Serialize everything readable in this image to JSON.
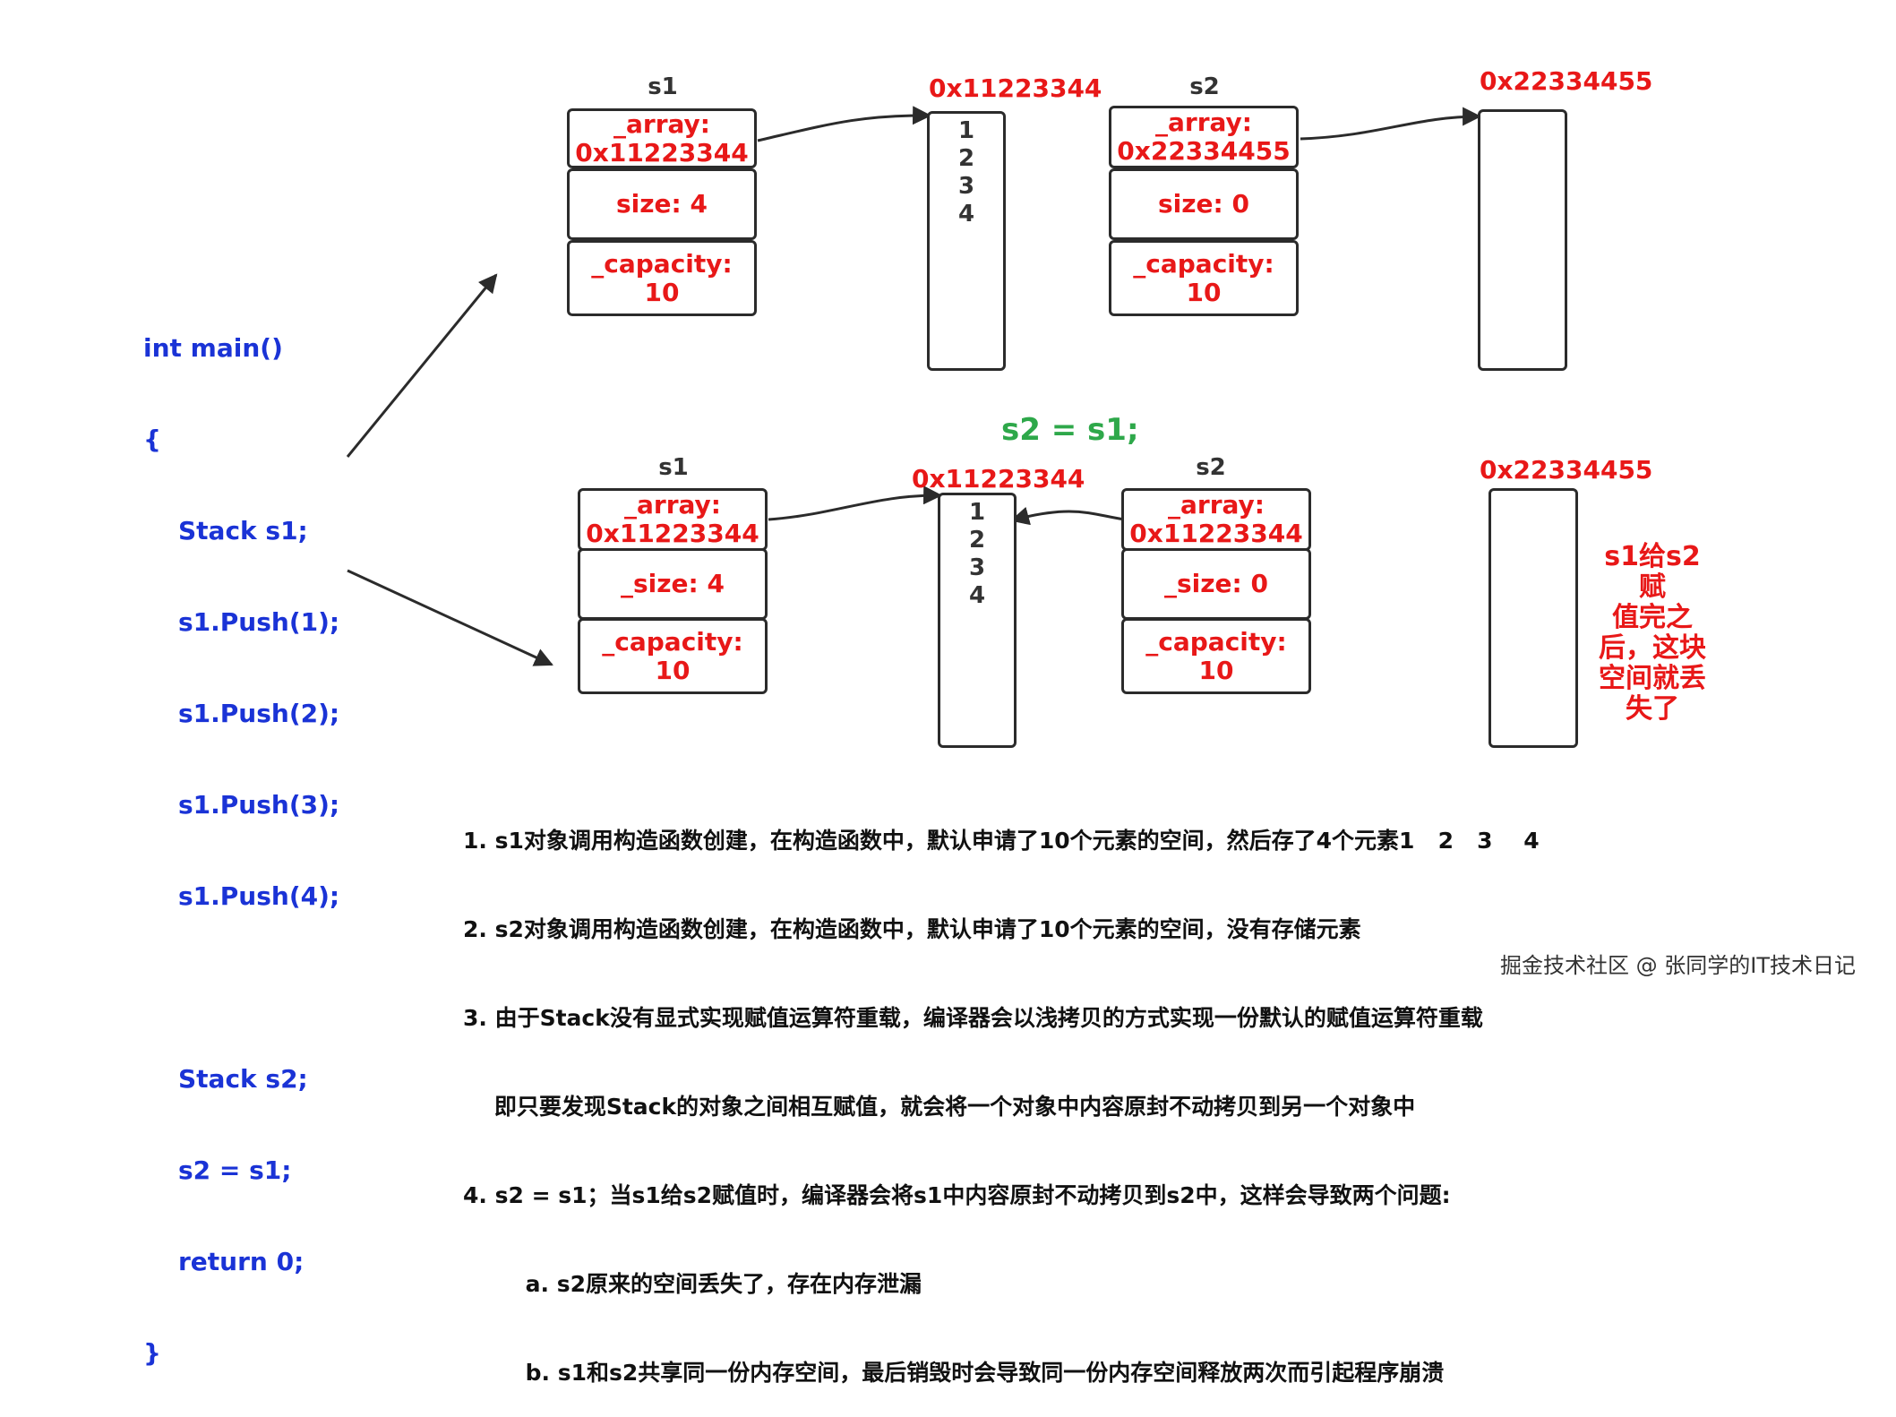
{
  "code": {
    "lines": [
      "int main()",
      "{",
      "    Stack s1;",
      "    s1.Push(1);",
      "    s1.Push(2);",
      "    s1.Push(3);",
      "    s1.Push(4);",
      "",
      "    Stack s2;",
      "    s2 = s1;",
      "    return 0;",
      "}"
    ]
  },
  "top": {
    "s1": {
      "name": "s1",
      "array_label": "_array:",
      "array_value": "0x11223344",
      "size": "size: 4",
      "capacity_label": "_capacity:",
      "capacity_value": "10"
    },
    "s1_block": {
      "address": "0x11223344",
      "values": [
        "1",
        "2",
        "3",
        "4"
      ]
    },
    "s2": {
      "name": "s2",
      "array_label": "_array:",
      "array_value": "0x22334455",
      "size": "size: 0",
      "capacity_label": "_capacity:",
      "capacity_value": "10"
    },
    "s2_block": {
      "address": "0x22334455"
    }
  },
  "assignment": "s2 = s1;",
  "bottom": {
    "s1": {
      "name": "s1",
      "array_label": "_array:",
      "array_value": "0x11223344",
      "size": "_size: 4",
      "capacity_label": "_capacity:",
      "capacity_value": "10"
    },
    "shared_block": {
      "address": "0x11223344",
      "values": [
        "1",
        "2",
        "3",
        "4"
      ]
    },
    "s2": {
      "name": "s2",
      "array_label": "_array:",
      "array_value": "0x11223344",
      "size": "_size: 0",
      "capacity_label": "_capacity:",
      "capacity_value": "10"
    },
    "lost_block": {
      "address": "0x22334455"
    },
    "lost_note": [
      "s1给s2赋",
      "值完之",
      "后，这块",
      "空间就丢",
      "失了"
    ]
  },
  "notes": [
    "1. s1对象调用构造函数创建，在构造函数中，默认申请了10个元素的空间，然后存了4个元素1   2   3    4",
    "2. s2对象调用构造函数创建，在构造函数中，默认申请了10个元素的空间，没有存储元素",
    "3. 由于Stack没有显式实现赋值运算符重载，编译器会以浅拷贝的方式实现一份默认的赋值运算符重载",
    "    即只要发现Stack的对象之间相互赋值，就会将一个对象中内容原封不动拷贝到另一个对象中",
    "4. s2 = s1；当s1给s2赋值时，编译器会将s1中内容原封不动拷贝到s2中，这样会导致两个问题:",
    "        a. s2原来的空间丢失了，存在内存泄漏",
    "        b. s1和s2共享同一份内存空间，最后销毁时会导致同一份内存空间释放两次而引起程序崩溃"
  ],
  "watermark": "掘金技术社区 @ 张同学的IT技术日记",
  "colors": {
    "code": "#1a33d6",
    "highlight": "#e81818",
    "assignment": "#2ea84a",
    "border": "#2b2b2b"
  }
}
